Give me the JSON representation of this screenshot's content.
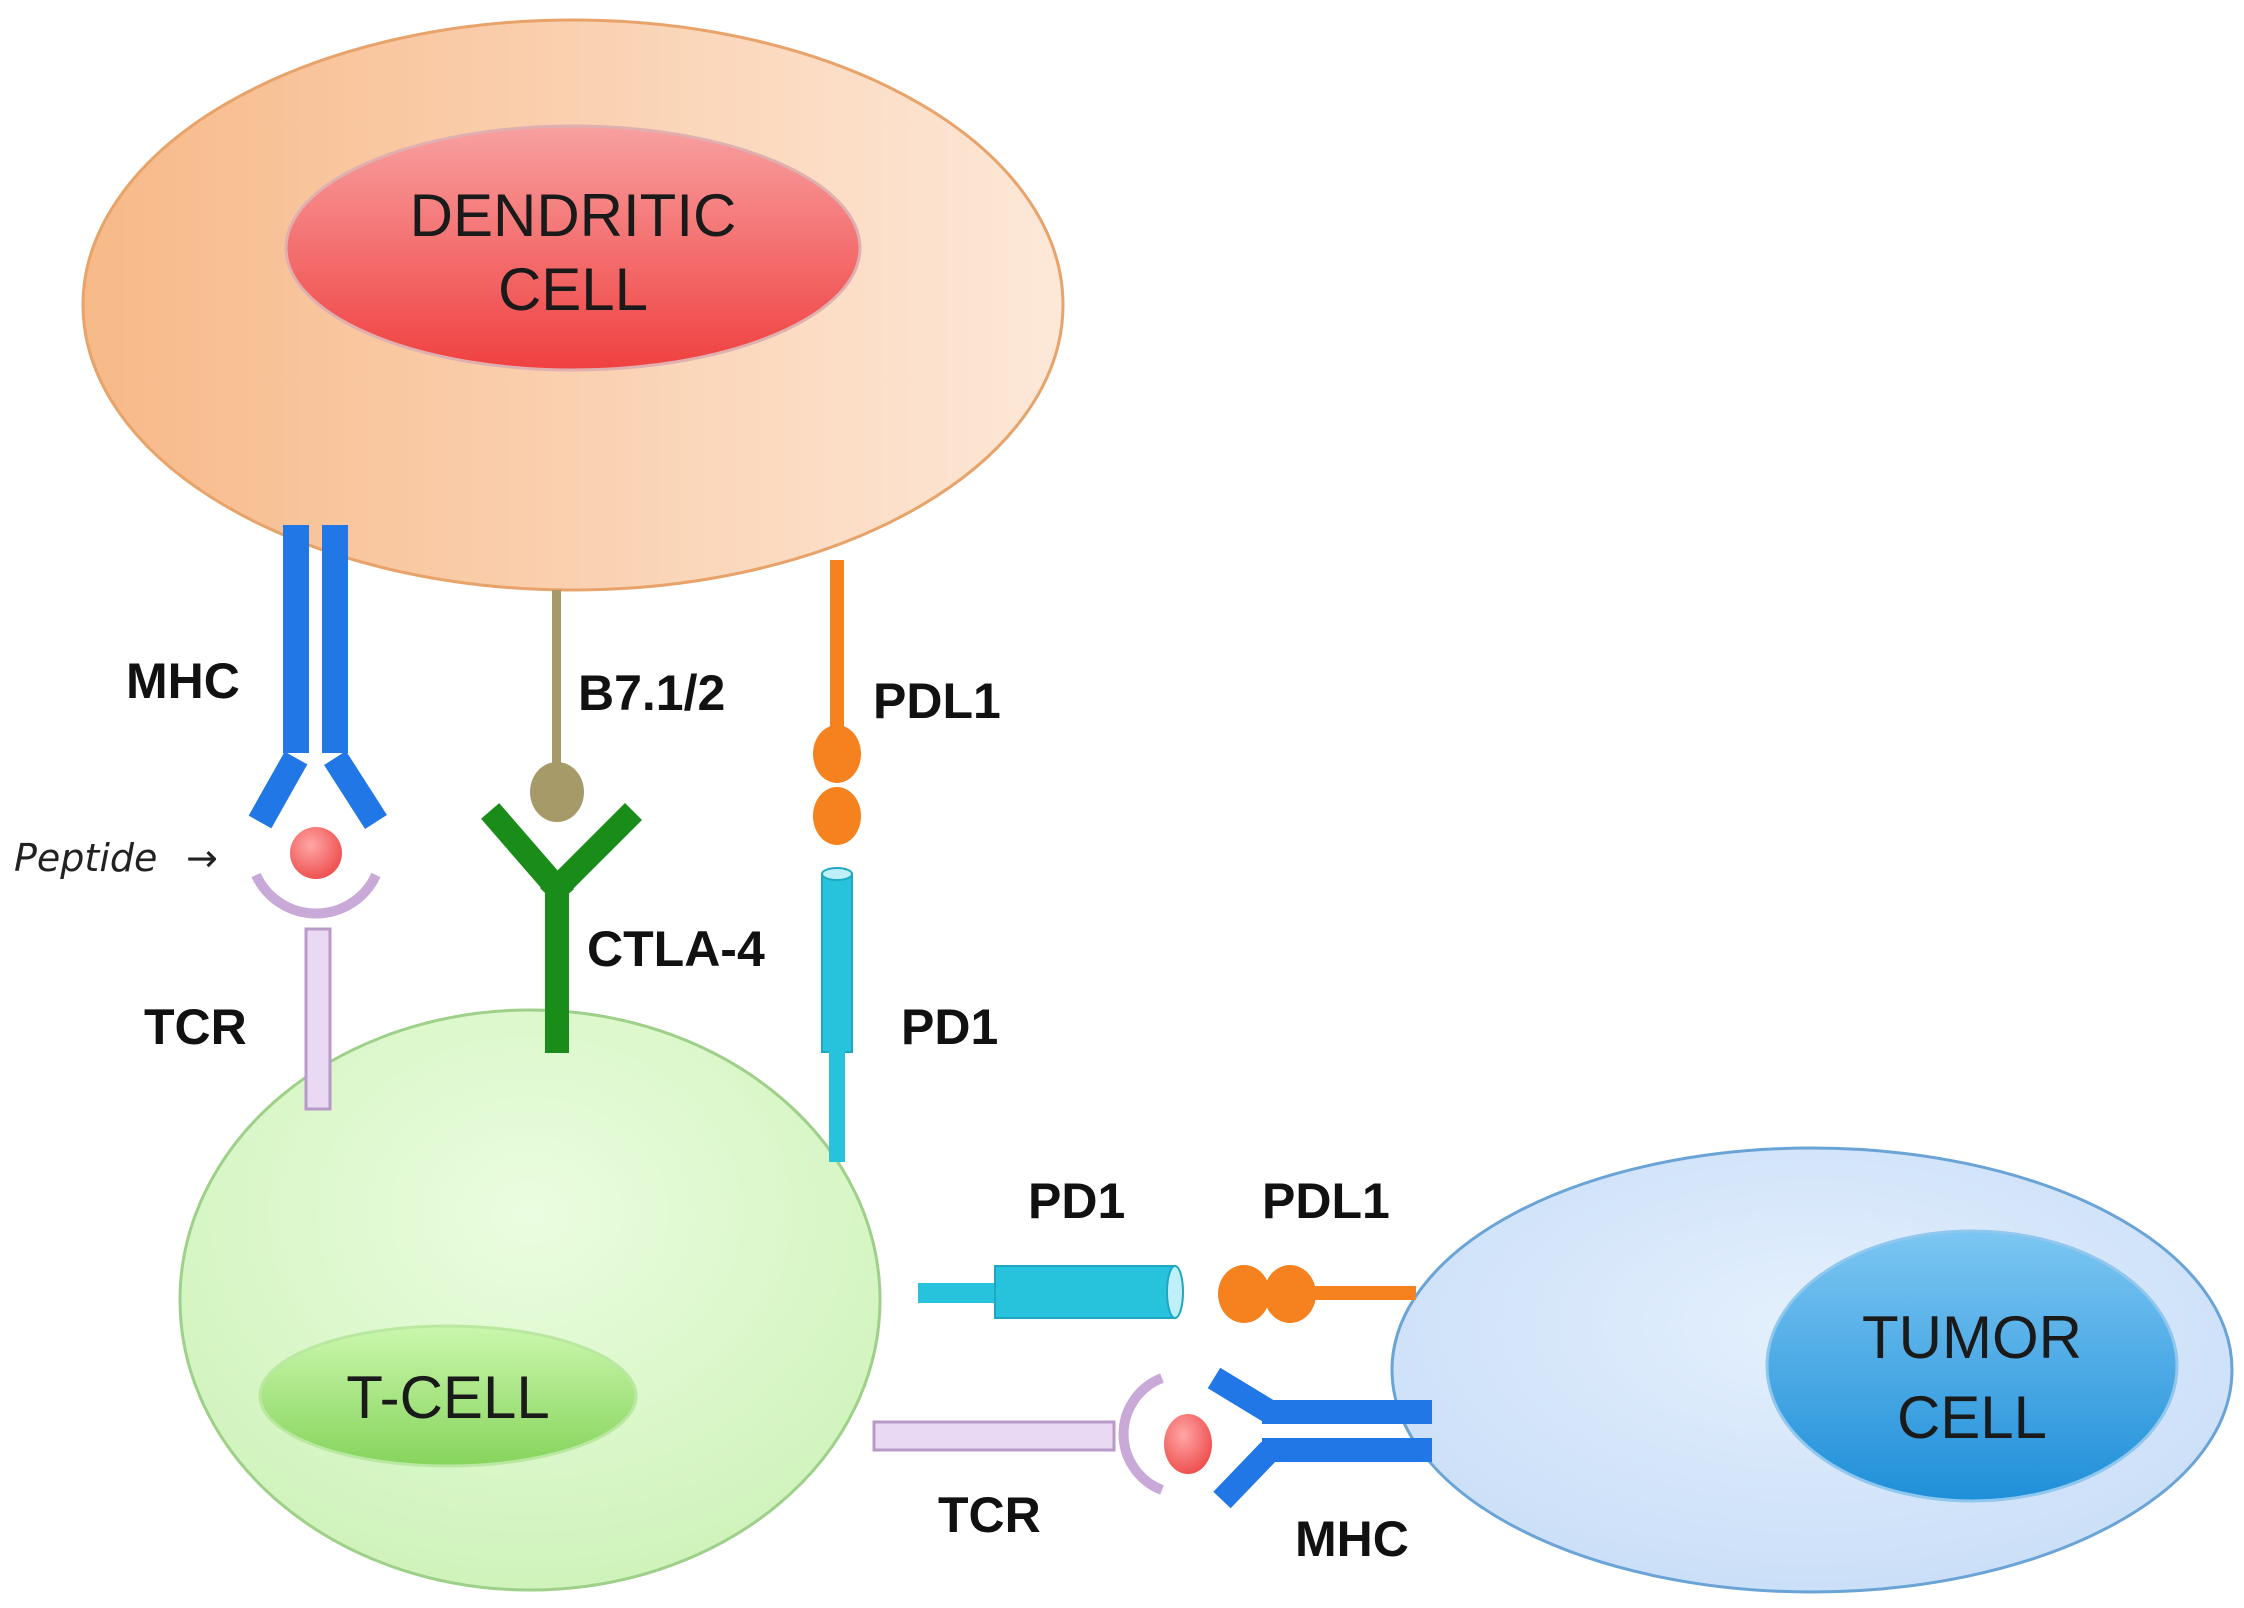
{
  "cells": {
    "dendritic": {
      "label_line1": "DENDRITIC",
      "label_line2": "CELL"
    },
    "tcell": {
      "label": "T-CELL"
    },
    "tumor": {
      "label_line1": "TUMOR",
      "label_line2": "CELL"
    }
  },
  "labels": {
    "mhc_dc": "MHC",
    "b7": "B7.1/2",
    "pdl1_dc": "PDL1",
    "peptide": "Peptide",
    "peptide_arrow": "→",
    "ctla4": "CTLA-4",
    "tcr_upper": "TCR",
    "pd1_upper": "PD1",
    "pd1_lower": "PD1",
    "pdl1_tumor": "PDL1",
    "tcr_lower": "TCR",
    "mhc_tumor": "MHC"
  },
  "colors": {
    "dendritic_cell_fill": "#f8c9a0",
    "dendritic_nucleus": "#f0575a",
    "tcell_fill": "#d7f7c6",
    "tcell_nucleus": "#9ee07a",
    "tumor_cell_fill": "#cfe3fb",
    "tumor_nucleus": "#2f9de0",
    "mhc": "#2277e6",
    "tcr": "#c8a9d8",
    "peptide": "#f25c5c",
    "b7": "#a59a68",
    "ctla4": "#1a8c1a",
    "pdl1": "#f5821f",
    "pd1": "#27c3dd"
  }
}
